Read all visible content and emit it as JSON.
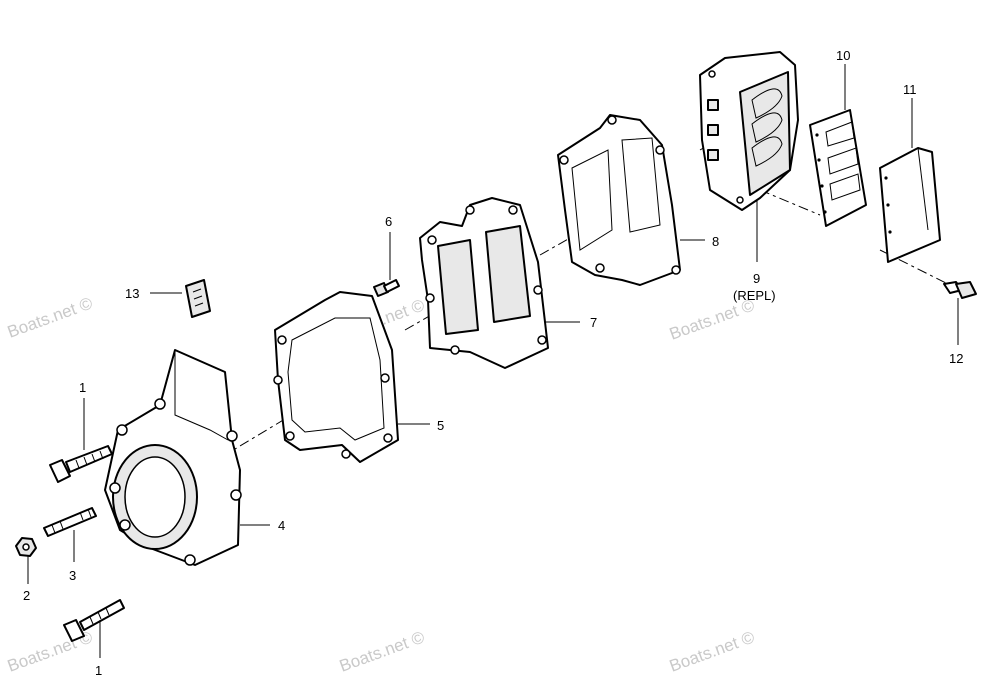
{
  "watermark": "Boats.net ©",
  "callouts": {
    "c1a": "1",
    "c1b": "1",
    "c2": "2",
    "c3": "3",
    "c4": "4",
    "c5": "5",
    "c6": "6",
    "c7": "7",
    "c8": "8",
    "c9": "9",
    "c9b": "(REPL)",
    "c10": "10",
    "c11": "11",
    "c12": "12",
    "c13": "13"
  }
}
